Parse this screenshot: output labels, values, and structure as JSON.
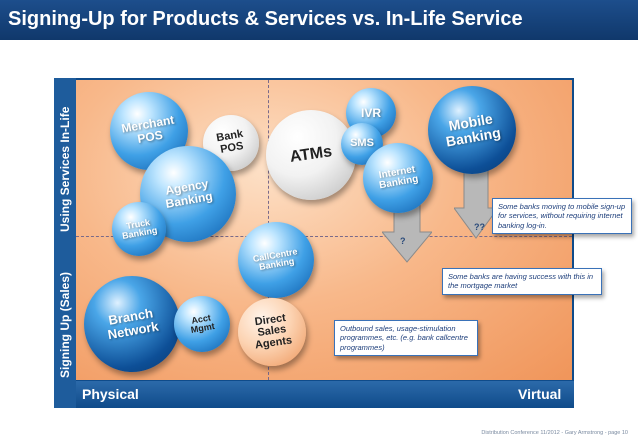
{
  "title": "Signing-Up for Products & Services vs. In-Life Service",
  "axes": {
    "y_upper": "Using Services In-Life",
    "y_lower": "Signing Up (Sales)",
    "x_left": "Physical",
    "x_right": "Virtual"
  },
  "bubbles": {
    "merchant_pos": "Merchant\nPOS",
    "bank_pos": "Bank\nPOS",
    "atms": "ATMs",
    "ivr": "IVR",
    "sms": "SMS",
    "mobile_banking": "Mobile\nBanking",
    "internet_banking": "Internet\nBanking",
    "agency_banking": "Agency\nBanking",
    "truck_banking": "Truck\nBanking",
    "callcentre_banking": "CallCentre\nBanking",
    "branch_network": "Branch\nNetwork",
    "acct_mgmt": "Acct\nMgmt",
    "direct_sales_agents": "Direct\nSales\nAgents"
  },
  "arrow_marks": {
    "internet_arrow": "?",
    "mobile_arrow": "??"
  },
  "callouts": {
    "mobile": "Some banks moving to mobile sign-up for services, without requiring internet banking log-in.",
    "mortgage": "Some banks are having success with this in the mortgage market",
    "outbound": "Outbound sales, usage-stimulation programmes, etc. (e.g. bank callcentre programmes)"
  },
  "footer": "Distribution Conference 11/2012 - Gary Armstrong - page 10",
  "colors": {
    "title_bg": "#10386b",
    "frame": "#0f4b8a",
    "plot_bg": "#f8b88a",
    "bubble_blue": "#3fa0e6",
    "callout_border": "#3a72b8"
  }
}
